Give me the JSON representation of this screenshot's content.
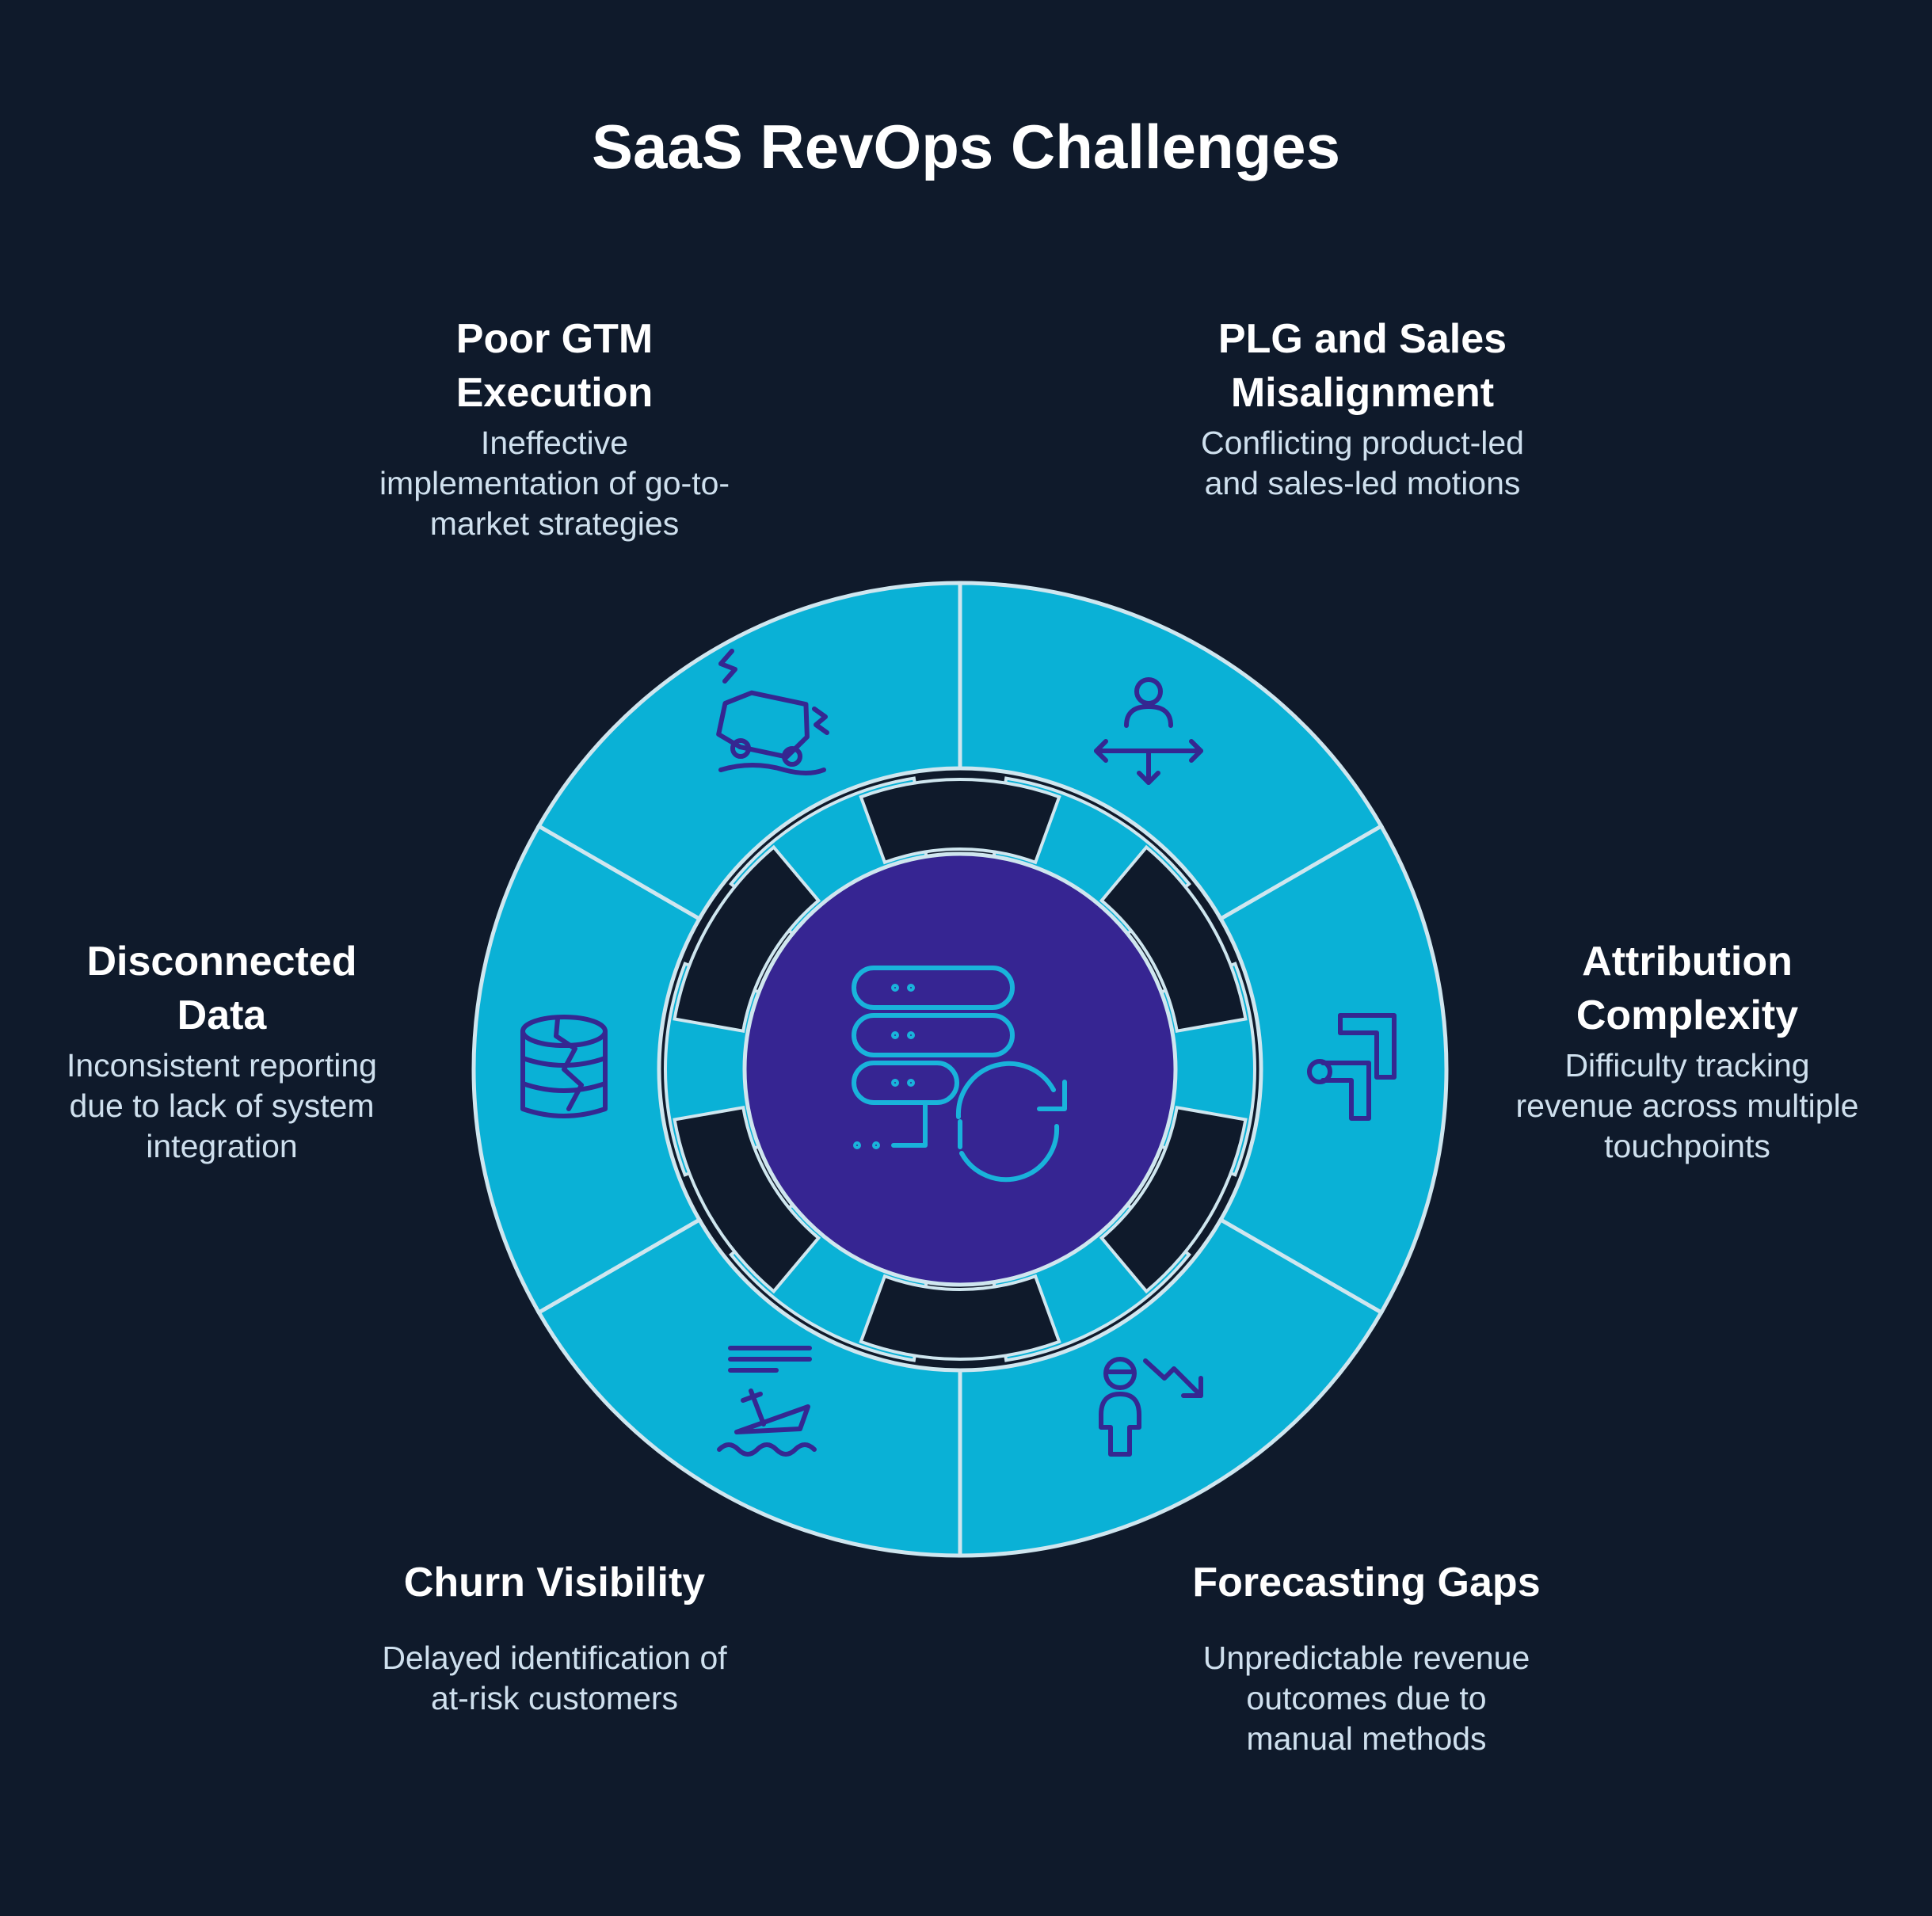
{
  "title": "SaaS RevOps Challenges",
  "colors": {
    "background": "#0f1a2b",
    "ring": "#0ab1d6",
    "center": "#362592",
    "outline": "#cfe6ef",
    "icon": "#352791",
    "center_icon": "#19b3db"
  },
  "center": {
    "icon": "database-sync-icon"
  },
  "segments": [
    {
      "heading": "Poor GTM Execution",
      "heading_lines": [
        "Poor GTM",
        "Execution"
      ],
      "description": "Ineffective implementation of go-to-market strategies",
      "description_lines": [
        "Ineffective",
        "implementation of go-to-",
        "market strategies"
      ],
      "icon": "crashed-car-icon"
    },
    {
      "heading": "PLG and Sales Misalignment",
      "heading_lines": [
        "PLG and Sales",
        "Misalignment"
      ],
      "description": "Conflicting product-led and sales-led motions",
      "description_lines": [
        "Conflicting product-led",
        "and sales-led motions"
      ],
      "icon": "person-crossroads-icon"
    },
    {
      "heading": "Attribution Complexity",
      "heading_lines": [
        "Attribution",
        "Complexity"
      ],
      "description": "Difficulty tracking revenue across multiple touchpoints",
      "description_lines": [
        "Difficulty tracking",
        "revenue across multiple",
        "touchpoints"
      ],
      "icon": "tangled-pipe-icon"
    },
    {
      "heading": "Forecasting Gaps",
      "heading_lines": [
        "Forecasting Gaps"
      ],
      "description": "Unpredictable revenue outcomes due to manual methods",
      "description_lines": [
        "Unpredictable revenue",
        "outcomes due to",
        "manual methods"
      ],
      "icon": "person-downtrend-icon"
    },
    {
      "heading": "Churn Visibility",
      "heading_lines": [
        "Churn Visibility"
      ],
      "description": "Delayed identification of at-risk customers",
      "description_lines": [
        "Delayed identification of",
        "at-risk customers"
      ],
      "icon": "sinking-ship-icon"
    },
    {
      "heading": "Disconnected Data",
      "heading_lines": [
        "Disconnected",
        "Data"
      ],
      "description": "Inconsistent reporting due to lack of system integration",
      "description_lines": [
        "Inconsistent reporting",
        "due to lack of system",
        "integration"
      ],
      "icon": "broken-database-icon"
    }
  ]
}
